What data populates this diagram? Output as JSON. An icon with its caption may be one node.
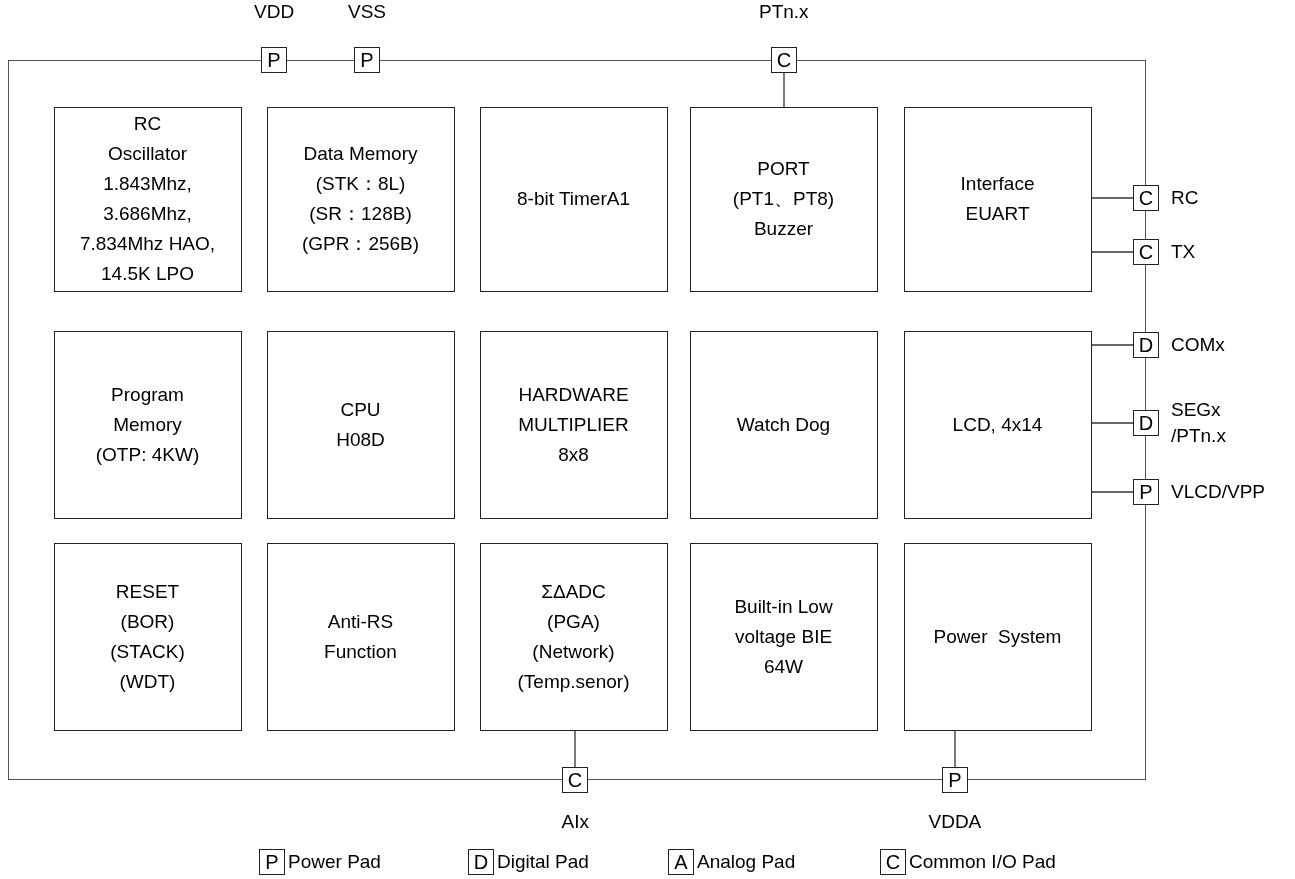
{
  "diagram": {
    "nodes": [
      {
        "text": [],
        "shape": "box"
      },
      {
        "text": [
          "RC",
          "Oscillator",
          "1.843Mhz,",
          "3.686Mhz,",
          "7.834Mhz HAO,",
          "14.5K LPO"
        ],
        "in": 0
      },
      {
        "text": [
          "Data Memory",
          "(STK：8L)",
          "(SR：128B)",
          "(GPR：256B)"
        ],
        "in": 0
      },
      {
        "text": [
          "8-bit TimerA1"
        ],
        "in": 0
      },
      {
        "text": [
          "PORT",
          "(PT1、PT8)",
          "Buzzer"
        ],
        "in": 0
      },
      {
        "text": [
          "Interface",
          "EUART"
        ],
        "in": 0
      },
      {
        "text": [
          "Program",
          "Memory",
          "(OTP: 4KW)"
        ],
        "in": 0
      },
      {
        "text": [
          "CPU",
          "H08D"
        ],
        "in": 0
      },
      {
        "text": [
          "HARDWARE",
          "MULTIPLIER",
          "8x8"
        ],
        "in": 0
      },
      {
        "text": [
          "Watch Dog"
        ],
        "in": 0
      },
      {
        "text": [
          "LCD, 4x14"
        ],
        "in": 0
      },
      {
        "text": [
          "RESET",
          "(BOR)",
          "(STACK)",
          "(WDT)"
        ],
        "in": 0
      },
      {
        "text": [
          "Anti-RS",
          "Function"
        ],
        "in": 0
      },
      {
        "text": [
          "ΣΔADC",
          "(PGA)",
          "(Network)",
          "(Temp.senor)"
        ],
        "in": 0
      },
      {
        "text": [
          "Built-in Low",
          "voltage BIE",
          "64W"
        ],
        "in": 0
      },
      {
        "text": [
          "Power  System"
        ],
        "in": 0
      },
      {
        "text": [
          "P"
        ],
        "beside": [
          "VDD"
        ]
      },
      {
        "text": [
          "P"
        ],
        "beside": [
          "VSS"
        ]
      },
      {
        "text": [
          "C"
        ],
        "beside": [
          "PTn.x"
        ]
      },
      {
        "text": [
          "C"
        ],
        "beside": [
          "RC"
        ]
      },
      {
        "text": [
          "C"
        ],
        "beside": [
          "TX"
        ]
      },
      {
        "text": [
          "D"
        ],
        "beside": [
          "COMx"
        ]
      },
      {
        "text": [
          "D"
        ],
        "beside": [
          "SEGx /PTn.x"
        ]
      },
      {
        "text": [
          "P"
        ],
        "beside": [
          "VLCD/VPP"
        ]
      },
      {
        "text": [
          "C"
        ],
        "beside": [
          "AIx"
        ]
      },
      {
        "text": [
          "P"
        ],
        "beside": [
          "VDDA"
        ]
      }
    ],
    "edges": [
      {
        "from": 4,
        "to": 18,
        "arrow": "none"
      },
      {
        "from": 5,
        "to": 19,
        "arrow": "none"
      },
      {
        "from": 5,
        "to": 20,
        "arrow": "none"
      },
      {
        "from": 10,
        "to": 21,
        "arrow": "none"
      },
      {
        "from": 10,
        "to": 22,
        "arrow": "none"
      },
      {
        "from": 10,
        "to": 23,
        "arrow": "none"
      },
      {
        "from": 13,
        "to": 24,
        "arrow": "none"
      },
      {
        "from": 15,
        "to": 25,
        "arrow": "none"
      }
    ],
    "labels": [
      "P",
      "D",
      "A",
      "C"
    ],
    "legend": [
      {
        "text": "Power Pad"
      },
      {
        "text": "Digital Pad"
      },
      {
        "text": "Analog Pad"
      },
      {
        "text": "Common I/O Pad"
      }
    ]
  }
}
